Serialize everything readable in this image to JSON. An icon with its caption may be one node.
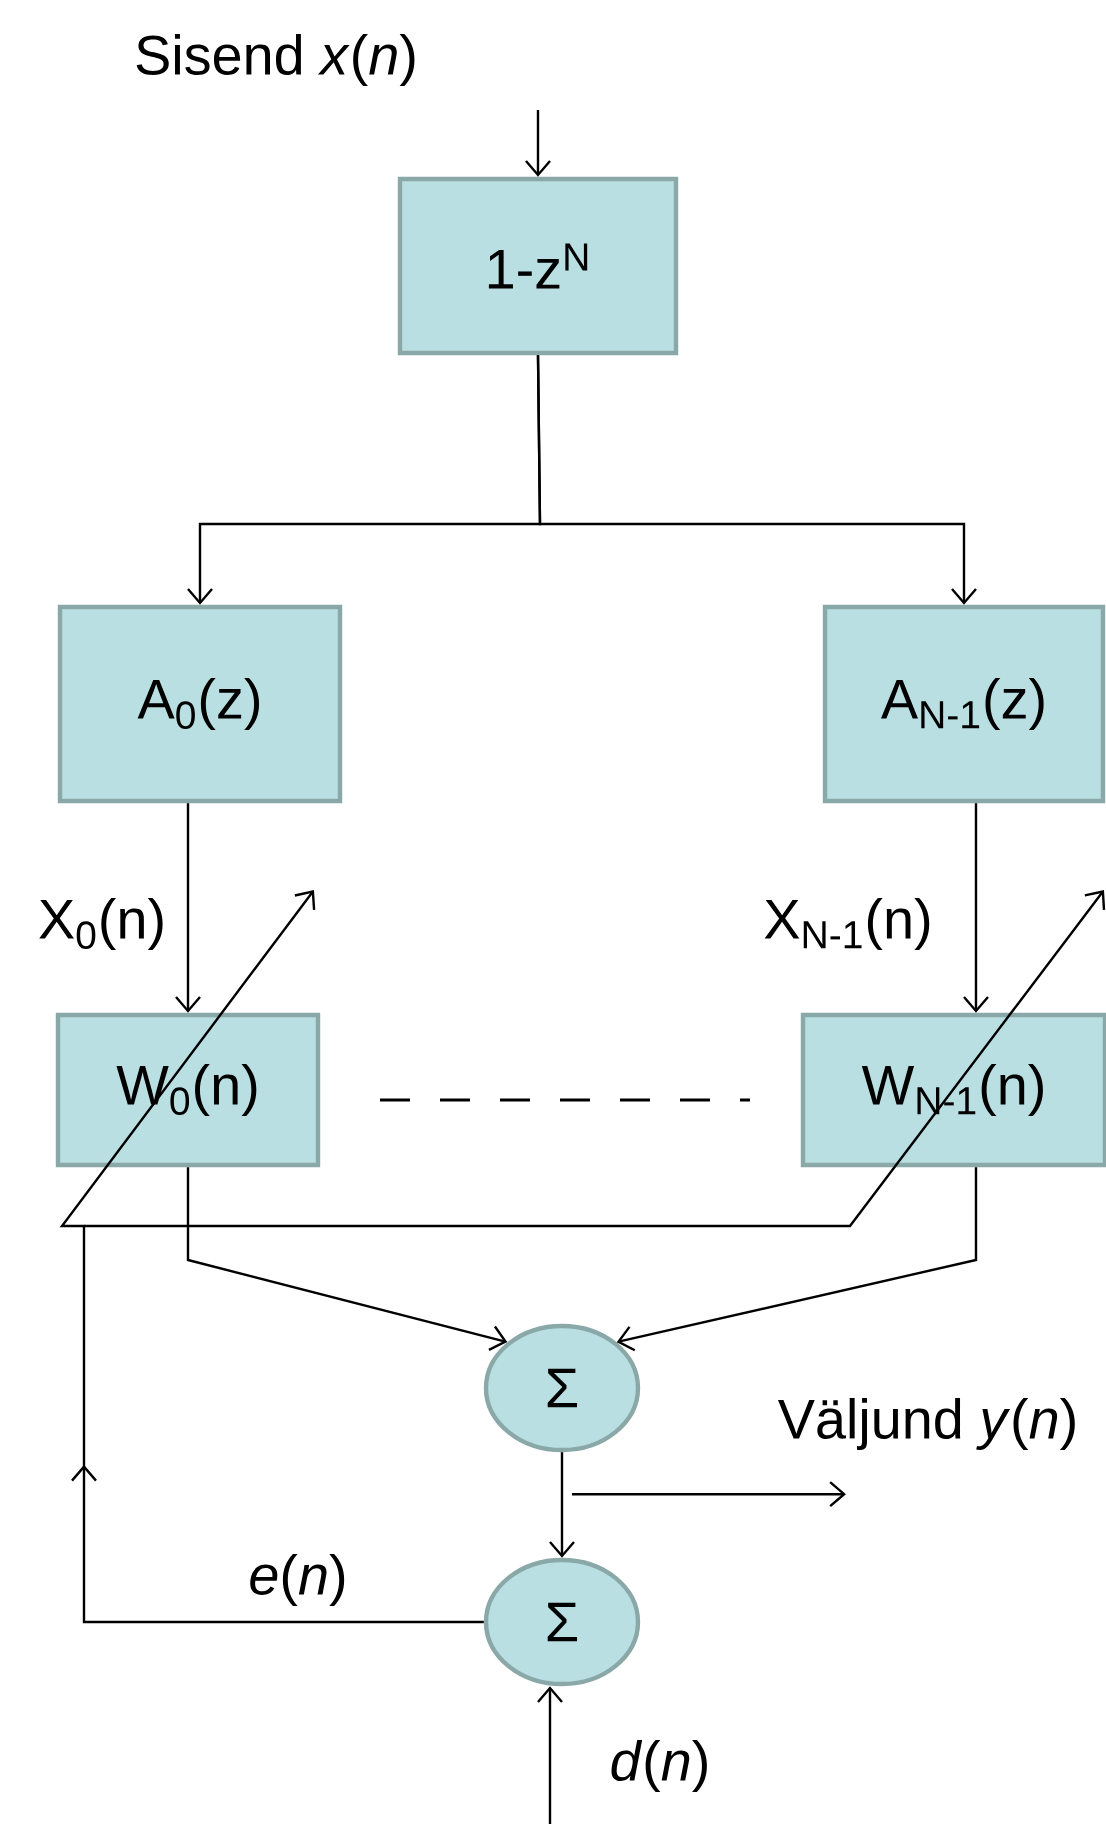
{
  "diagram": {
    "nodes": [
      {
        "text": [
          "1-z$^{N}$"
        ]
      },
      {
        "text": [
          "A$_{0}$(z)"
        ]
      },
      {
        "text": [
          "A$_{N-1}$(z)"
        ]
      },
      {
        "text": [
          "W$_{0}$(n)"
        ]
      },
      {
        "text": [
          "W$_{N-1}$(n)"
        ]
      },
      {
        "text": [
          "Σ"
        ]
      },
      {
        "text": [
          "Σ"
        ]
      }
    ],
    "edges": [
      {
        "from": null,
        "to": 0,
        "arrow": "to",
        "label": "Sisend *x*(*n*)"
      },
      {
        "from": 0,
        "to": 1,
        "arrow": "to"
      },
      {
        "from": 0,
        "to": 2,
        "arrow": "to"
      },
      {
        "from": 1,
        "to": 3,
        "arrow": "to",
        "label": "X$_{0}$(n)"
      },
      {
        "from": 2,
        "to": 4,
        "arrow": "to",
        "label": "X$_{N-1}$(n)"
      },
      {
        "from": 3,
        "to": 5,
        "arrow": "to"
      },
      {
        "from": 4,
        "to": 5,
        "arrow": "to"
      },
      {
        "from": 5,
        "to": 6,
        "arrow": "to"
      },
      {
        "from": 5,
        "to": null,
        "arrow": "to",
        "label": "Väljund *y*(*n*)"
      },
      {
        "from": null,
        "to": 6,
        "arrow": "to",
        "label": "*d*(*n*)"
      },
      {
        "from": 6,
        "to": null,
        "arrow": "to",
        "label": "*e*(*n*)"
      }
    ]
  }
}
